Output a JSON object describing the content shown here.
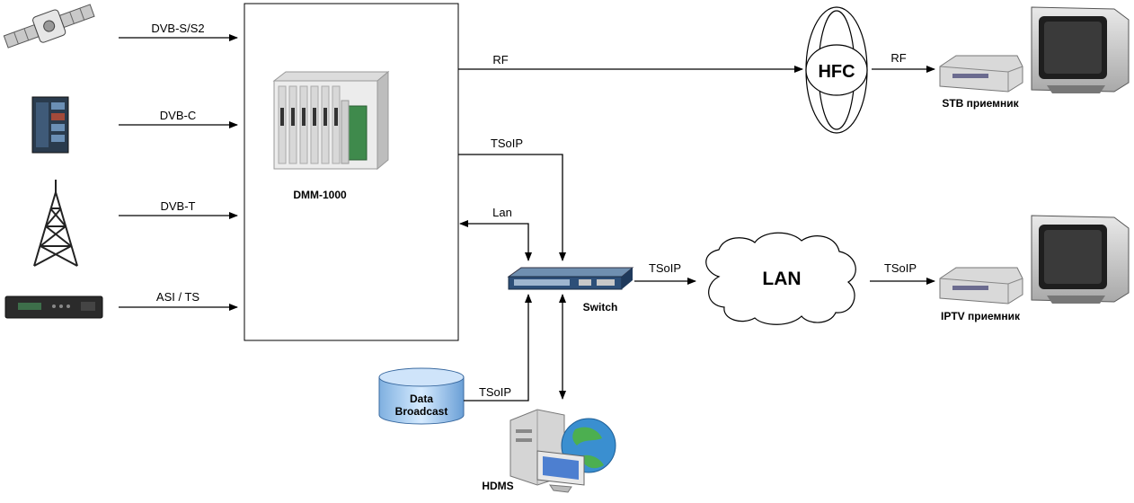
{
  "inputs": [
    {
      "label": "DVB-S/S2",
      "icon": "satellite-icon"
    },
    {
      "label": "DVB-C",
      "icon": "server-icon"
    },
    {
      "label": "DVB-T",
      "icon": "tower-icon"
    },
    {
      "label": "ASI / TS",
      "icon": "rack-receiver-icon"
    }
  ],
  "dmm": {
    "label": "DMM-1000"
  },
  "links": {
    "rf_to_hfc": "RF",
    "hfc_to_stb": "RF",
    "dmm_to_switch": "TSoIP",
    "lan_link": "Lan",
    "switch_to_lan": "TSoIP",
    "lan_to_iptv": "TSoIP",
    "data_to_switch": "TSoIP"
  },
  "hfc": {
    "label": "HFC"
  },
  "lan_cloud": {
    "label": "LAN"
  },
  "switch": {
    "label": "Switch"
  },
  "stb": {
    "label": "STB приемник"
  },
  "iptv": {
    "label": "IPTV приемник"
  },
  "data_broadcast": {
    "line1": "Data",
    "line2": "Broadcast"
  },
  "hdms": {
    "label": "HDMS"
  }
}
